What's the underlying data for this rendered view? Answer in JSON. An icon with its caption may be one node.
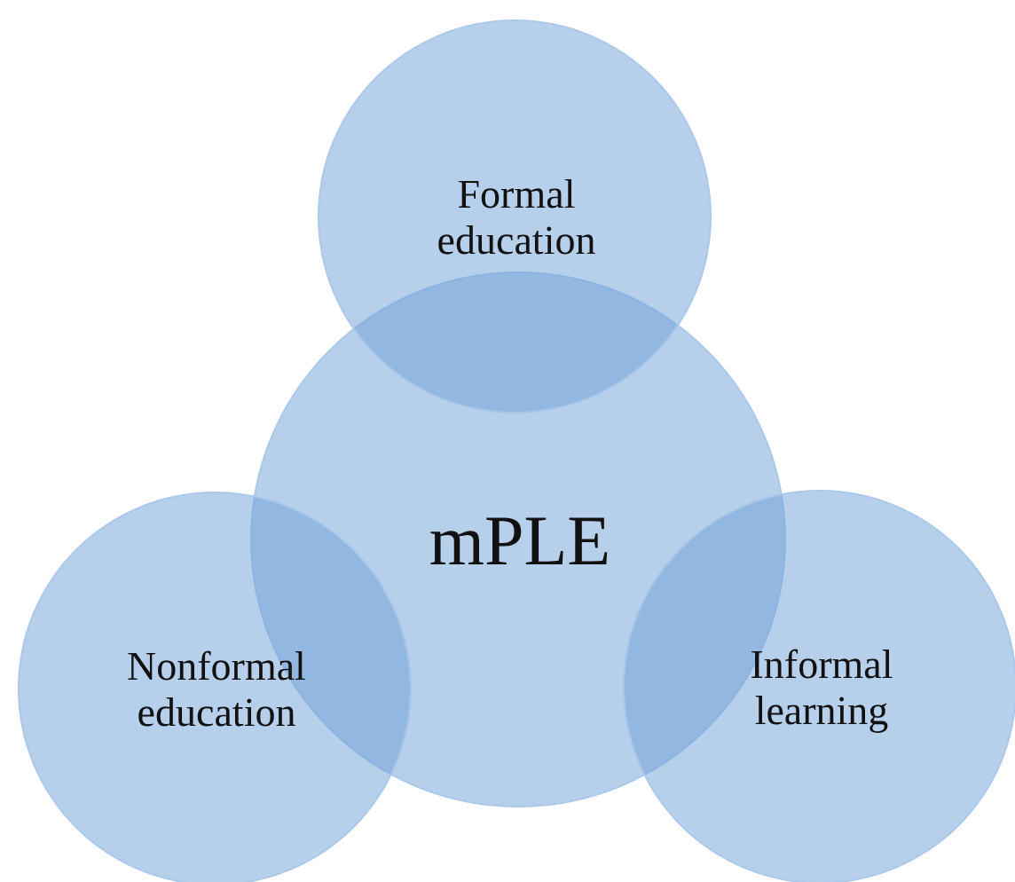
{
  "diagram": {
    "nodes": [
      {
        "text": [
          "Formal education"
        ]
      },
      {
        "text": [
          "mPLE"
        ]
      },
      {
        "text": [
          "Nonformal education"
        ]
      },
      {
        "text": [
          "Informal learning"
        ]
      }
    ]
  }
}
